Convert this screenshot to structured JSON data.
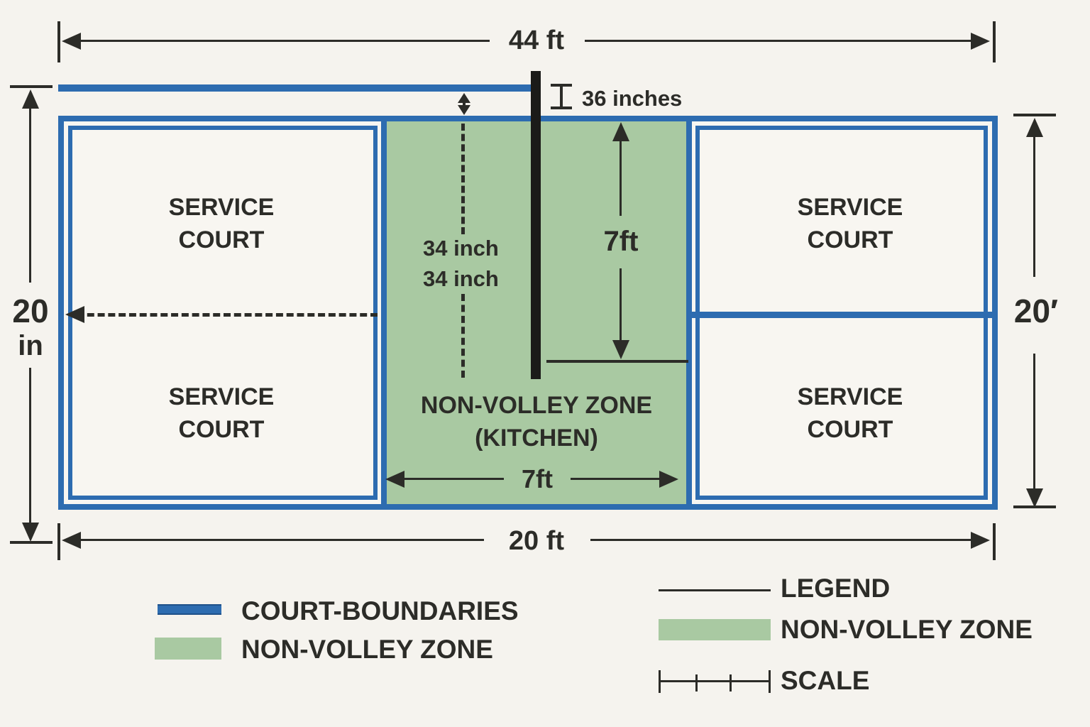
{
  "dims": {
    "top_width": "44 ft",
    "bottom_width": "20 ft",
    "left_value": "20",
    "left_unit": "in",
    "right_height": "20′",
    "net_height": "36 inches",
    "center_offset_1": "34 inch",
    "center_offset_2": "34 inch",
    "nvz_depth": "7ft",
    "nvz_width": "7ft"
  },
  "court": {
    "service_line1": "SERVICE",
    "service_line2": "COURT",
    "nvz_line1": "NON-VOLLEY ZONE",
    "nvz_line2": "(KITCHEN)"
  },
  "legend_left": {
    "items": [
      {
        "swatch": "blue-line",
        "label": "COURT-BOUNDARIES"
      },
      {
        "swatch": "green-fill",
        "label": "NON-VOLLEY ZONE"
      }
    ]
  },
  "legend_right": {
    "items": [
      {
        "swatch": "black-line",
        "label": "LEGEND"
      },
      {
        "swatch": "green-fill",
        "label": "NON-VOLLEY ZONE"
      },
      {
        "swatch": "scale-ruler",
        "label": "SCALE"
      }
    ]
  },
  "colors": {
    "boundary_blue": "#2d6cb0",
    "nvz_green": "#a9c9a2",
    "background": "#f5f3ee",
    "ink": "#2c2c28"
  }
}
